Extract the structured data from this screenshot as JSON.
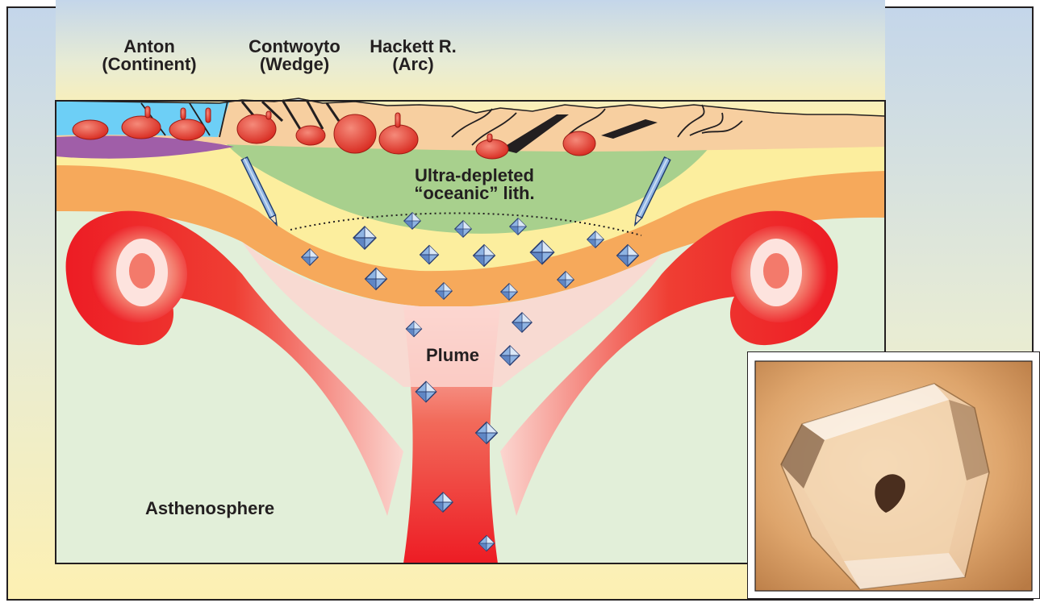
{
  "labels": {
    "anton": {
      "line1": "Anton",
      "line2": "(Continent)"
    },
    "contwoyto": {
      "line1": "Contwoyto",
      "line2": "(Wedge)"
    },
    "hackett": {
      "line1": "Hackett R.",
      "line2": "(Arc)"
    },
    "lithosphere": {
      "line1": "Ultra-depleted",
      "line2": "“oceanic” lith."
    },
    "plume": "Plume",
    "asthenosphere": "Asthenosphere"
  },
  "colors": {
    "background_top": "#c4d6ea",
    "background_bottom": "#fdf0b2",
    "asthenosphere": "#e2efd9",
    "plume_red": "#ed1c24",
    "orange_layer": "#f6a95b",
    "yellow_layer": "#fcee9e",
    "depleted_lithosphere": "#a8d08d",
    "crust": "#f7cfa0",
    "continent_blue": "#6dcff6",
    "continent_purple": "#a05ea8",
    "diamond_blue": "#8fb4e3"
  },
  "icons": {
    "diamond": "diamond-icon",
    "pencil": "pencil-icon",
    "photo": "diamond-photo"
  }
}
